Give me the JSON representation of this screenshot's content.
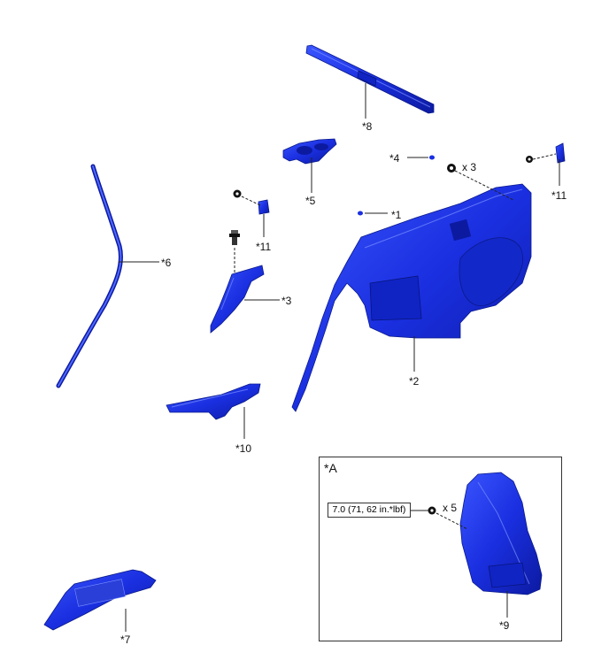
{
  "labels": {
    "p1": "*1",
    "p2": "*2",
    "p3": "*3",
    "p4": "*4",
    "p5": "*5",
    "p6": "*6",
    "p7": "*7",
    "p8": "*8",
    "p9": "*9",
    "p10": "*10",
    "p11a": "*11",
    "p11b": "*11",
    "qty3": "x 3",
    "qty5": "x 5"
  },
  "detail_panel": {
    "title": "*A",
    "torque": "7.0 (71, 62 in.*lbf)"
  },
  "colors": {
    "part_fill": "#1a2fe0",
    "part_shade": "#0a1a8a",
    "highlight": "#7a90ff"
  }
}
